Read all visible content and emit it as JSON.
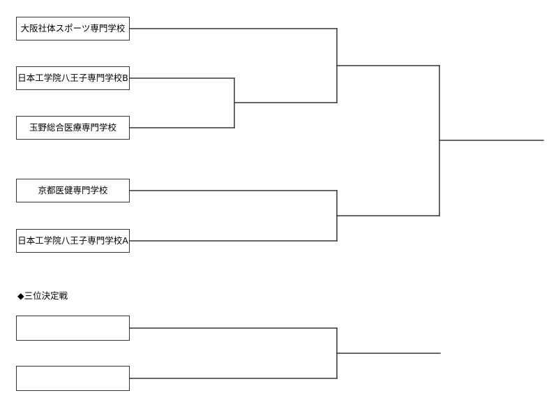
{
  "bracket": {
    "teams": [
      {
        "name": "大阪社体スポーツ専門学校"
      },
      {
        "name": "日本工学院八王子専門学校B"
      },
      {
        "name": "玉野総合医療専門学校"
      },
      {
        "name": "京都医健専門学校"
      },
      {
        "name": "日本工学院八王子専門学校A"
      }
    ]
  },
  "third_place": {
    "title": "◆三位決定戦",
    "slot1": "",
    "slot2": ""
  },
  "colors": {
    "line": "#333333",
    "background": "#ffffff",
    "text": "#000000"
  }
}
